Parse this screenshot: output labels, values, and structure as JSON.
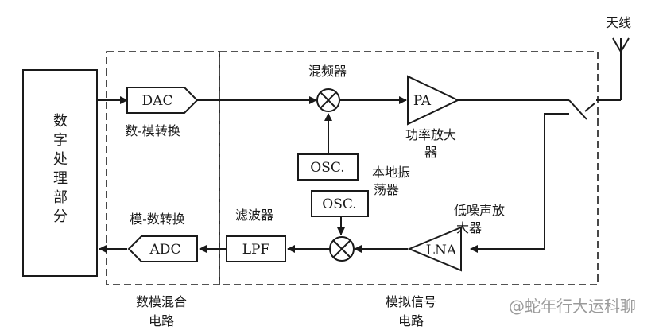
{
  "labels": {
    "antenna": "天线",
    "mixer_top": "混频器",
    "pa_block": "PA",
    "pa_caption": [
      "功率放大",
      "器"
    ],
    "dac_block": "DAC",
    "dac_caption": "数-模转换",
    "osc1_block": "OSC.",
    "osc2_block": "OSC.",
    "osc_caption": [
      "本地振",
      "荡器"
    ],
    "lna_block": "LNA",
    "lna_caption": [
      "低噪声放",
      "大器"
    ],
    "lpf_block": "LPF",
    "lpf_caption": "滤波器",
    "adc_block": "ADC",
    "adc_caption": "模-数转换",
    "digital_block": [
      "数",
      "字",
      "处",
      "理",
      "部",
      "分"
    ],
    "mixed_region": [
      "数模混合",
      "电路"
    ],
    "analog_region": [
      "模拟信号",
      "电路"
    ],
    "watermark": "@蛇年行大运科聊"
  },
  "colors": {
    "line": "#1a1a1a",
    "background": "#ffffff",
    "watermark": "#9a9a9a"
  }
}
